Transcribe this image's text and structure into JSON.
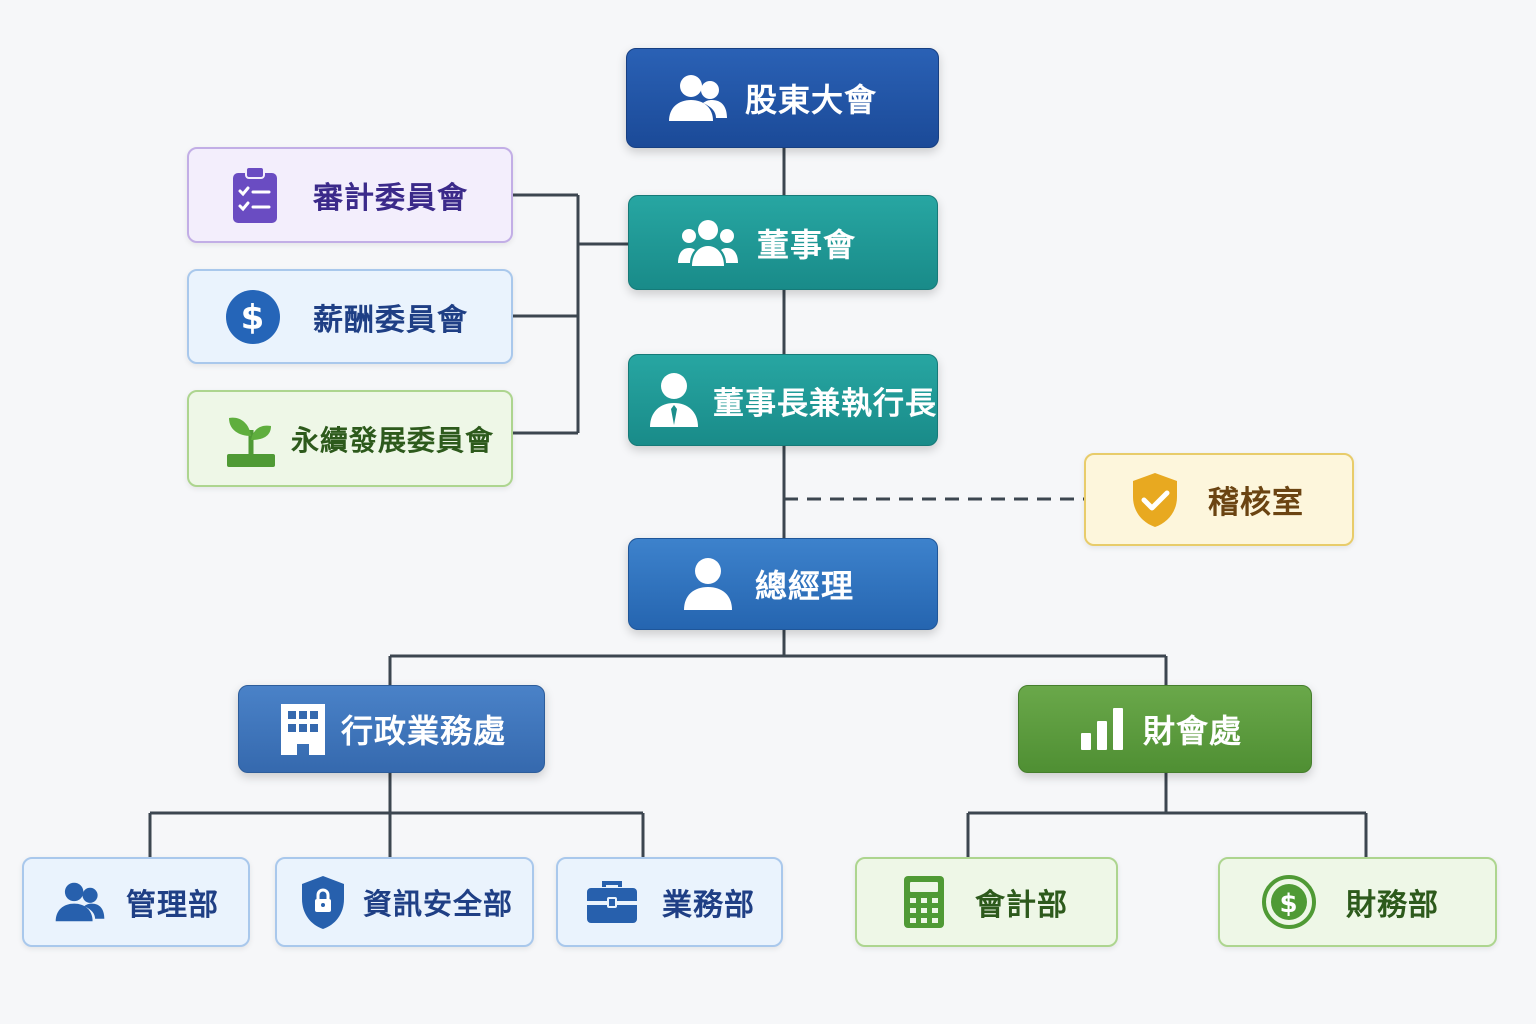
{
  "nodes": {
    "shareholders": {
      "label": "股東大會",
      "icon": "users-icon"
    },
    "board": {
      "label": "董事會",
      "icon": "group-icon"
    },
    "chairman_ceo": {
      "label": "董事長兼執行長",
      "icon": "user-tie-icon"
    },
    "audit_office": {
      "label": "稽核室",
      "icon": "shield-check-icon"
    },
    "general_manager": {
      "label": "總經理",
      "icon": "user-icon"
    },
    "audit_committee": {
      "label": "審計委員會",
      "icon": "clipboard-check-icon"
    },
    "compensation_committee": {
      "label": "薪酬委員會",
      "icon": "dollar-icon"
    },
    "sustainability_committee": {
      "label": "永續發展委員會",
      "icon": "sprout-icon"
    },
    "admin_division": {
      "label": "行政業務處",
      "icon": "building-icon"
    },
    "finance_division": {
      "label": "財會處",
      "icon": "bar-chart-icon"
    },
    "management_dept": {
      "label": "管理部",
      "icon": "users-icon"
    },
    "infosec_dept": {
      "label": "資訊安全部",
      "icon": "shield-lock-icon"
    },
    "business_dept": {
      "label": "業務部",
      "icon": "briefcase-icon"
    },
    "accounting_dept": {
      "label": "會計部",
      "icon": "calculator-icon"
    },
    "treasury_dept": {
      "label": "財務部",
      "icon": "dollar-circle-icon"
    }
  },
  "colors": {
    "connector": "#3c4650",
    "navy": "#1f4f9f",
    "teal": "#1f9896",
    "blue": "#2f72bd",
    "green": "#5c9c3e",
    "purple": "#6a4cc2",
    "gold": "#e8a920"
  }
}
